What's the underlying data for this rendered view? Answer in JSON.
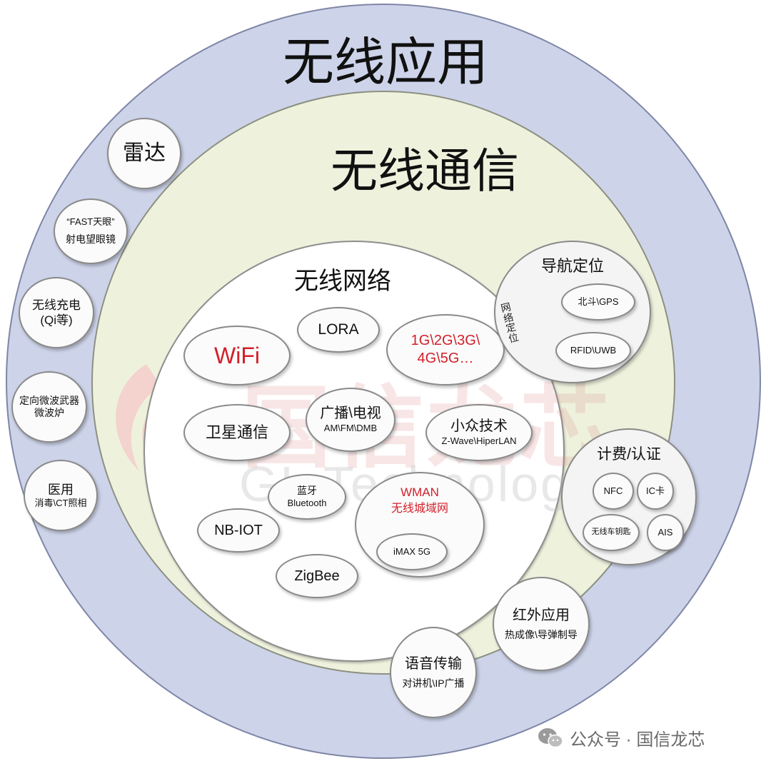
{
  "outer_ring": {
    "title": "无线应用"
  },
  "middle_ring": {
    "title": "无线通信"
  },
  "inner_ring": {
    "title": "无线网络"
  },
  "outer_nodes": {
    "radar": "雷达",
    "fast_line1": "“FAST天眼”",
    "fast_line2": "射电望眼镜",
    "wireless_charge_line1": "无线充电",
    "wireless_charge_line2": "(Qi等)",
    "microwave_line1": "定向微波武器",
    "microwave_line2": "微波炉",
    "medical_line1": "医用",
    "medical_line2": "消毒\\CT照相"
  },
  "middle_nodes": {
    "navigation": {
      "title": "导航定位",
      "beidou_gps": "北斗\\GPS",
      "rfid_uwb": "RFID\\UWB",
      "network_positioning": "网络定位"
    },
    "billing": {
      "title": "计费/认证",
      "nfc": "NFC",
      "ic_card": "IC卡",
      "wireless_car_key": "无线车钥匙",
      "ais": "AIS"
    },
    "infrared_line1": "红外应用",
    "infrared_line2": "热成像\\导弹制导",
    "voice_line1": "语音传输",
    "voice_line2": "对讲机\\IP广播"
  },
  "inner_nodes": {
    "wifi": "WiFi",
    "lora": "LORA",
    "cellular_line1": "1G\\2G\\3G\\",
    "cellular_line2": "4G\\5G…",
    "satellite": "卫星通信",
    "broadcast_line1": "广播\\电视",
    "broadcast_line2": "AM\\FM\\DMB",
    "niche_line1": "小众技术",
    "niche_line2": "Z-Wave\\HiperLAN",
    "bluetooth_line1": "蓝牙",
    "bluetooth_line2": "Bluetooth",
    "nbiot": "NB-IOT",
    "wman_line1": "WMAN",
    "wman_line2": "无线城域网",
    "wimax": "iMAX 5G",
    "zigbee": "ZigBee"
  },
  "watermark": {
    "text_cn": "国信龙芯",
    "text_en": "GL Technologies",
    "footer": "公众号 · 国信龙芯"
  },
  "colors": {
    "outer_ring": "#cdd3e9",
    "middle_ring": "#eef2dd",
    "inner_ring": "#ffffff",
    "highlight_red": "#d21f2a"
  }
}
